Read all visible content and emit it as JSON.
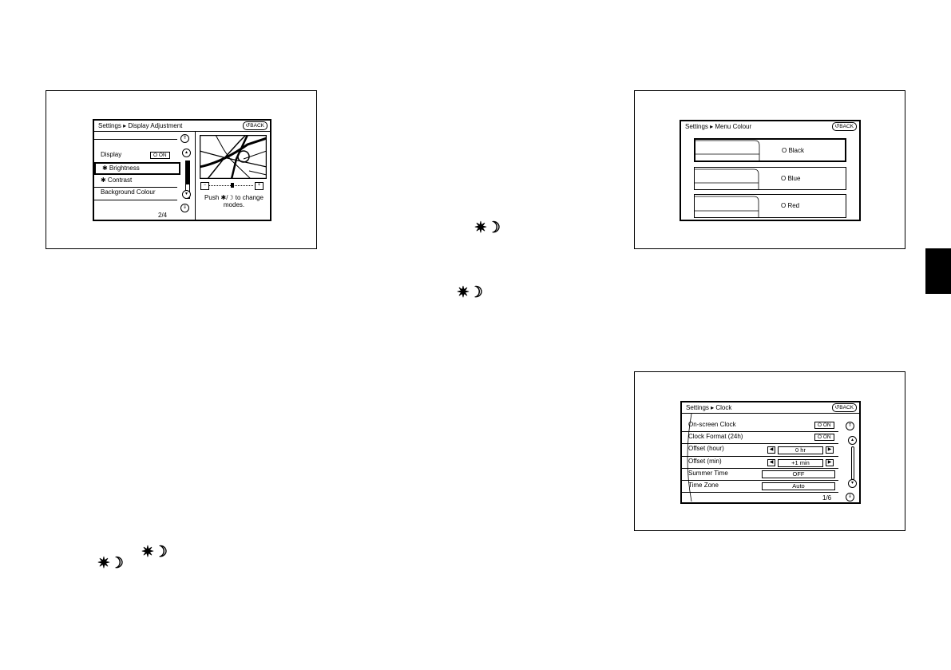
{
  "display_adjustment": {
    "breadcrumb": "Settings ▸ Display Adjustment",
    "back_label": "BACK",
    "rows": [
      {
        "label": "Display",
        "value": "O ON"
      },
      {
        "label": "✱ Brightness"
      },
      {
        "label": "✱ Contrast"
      },
      {
        "label": "Background Colour"
      }
    ],
    "page": "2/4",
    "hint_line1": "Push ✱/☽ to change",
    "hint_line2": "modes."
  },
  "menu_colour": {
    "breadcrumb": "Settings ▸ Menu Colour",
    "back_label": "BACK",
    "options": [
      "O Black",
      "O Blue",
      "O Red"
    ]
  },
  "clock": {
    "breadcrumb": "Settings ▸ Clock",
    "back_label": "BACK",
    "rows": [
      {
        "label": "On-screen Clock",
        "value": "O ON"
      },
      {
        "label": "Clock Format (24h)",
        "value": "O ON"
      },
      {
        "label": "Offset (hour)",
        "value": "0 hr"
      },
      {
        "label": "Offset (min)",
        "value": "+1 min"
      },
      {
        "label": "Summer Time",
        "value": "OFF"
      },
      {
        "label": "Time Zone",
        "value": "Auto"
      }
    ],
    "page": "1/6"
  },
  "day_night_symbol": "✷☽",
  "icons": [
    "back-arrow-icon",
    "scroll-up-icon",
    "scroll-down-icon",
    "page-up-icon",
    "page-down-icon",
    "arrow-left-icon",
    "arrow-right-icon",
    "minus-icon",
    "plus-icon",
    "day-night-icon"
  ]
}
